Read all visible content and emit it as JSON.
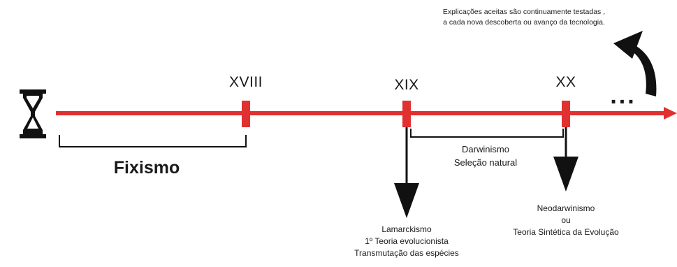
{
  "note": {
    "line1": "Explicações aceitas são continuamente testadas ,",
    "line2": "a cada nova descoberta ou avanço da tecnologia."
  },
  "centuries": {
    "c18": "XVIII",
    "c19": "XIX",
    "c20": "XX"
  },
  "ellipsis": "...",
  "fixismo": "Fixismo",
  "darwinismo": {
    "line1": "Darwinismo",
    "line2": "Seleção natural"
  },
  "lamarckismo": {
    "line1": "Lamarckismo",
    "line2": "1º Teoria evolucionista",
    "line3": "Transmutação das espécies"
  },
  "neodarwinismo": {
    "line1": "Neodarwinismo",
    "line2": "ou",
    "line3": "Teoria Sintética da Evolução"
  },
  "icons": {
    "timer": "hourglass-icon"
  },
  "colors": {
    "timeline": "#e03030",
    "ink": "#111111"
  }
}
